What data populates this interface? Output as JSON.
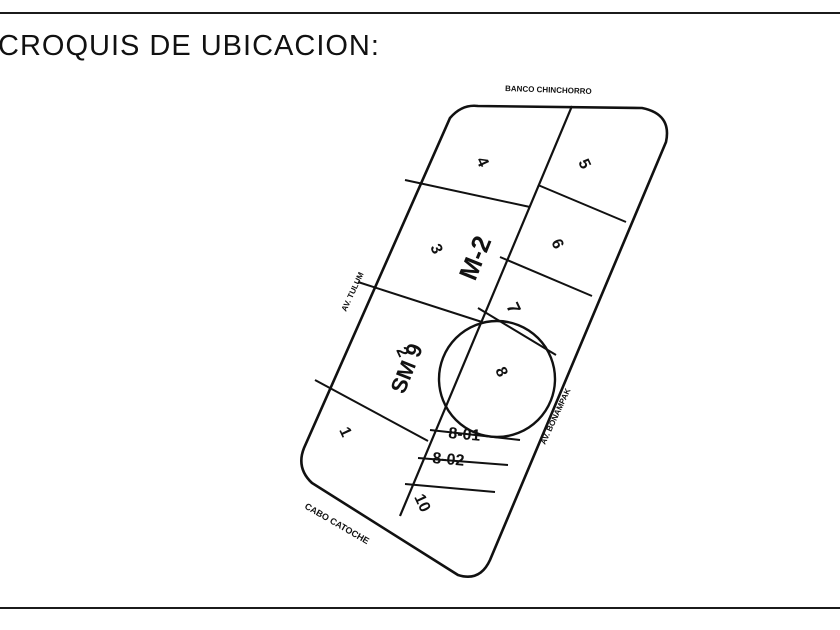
{
  "title": "CROQUIS DE UBICACION:",
  "streets": {
    "top": "BANCO CHINCHORRO",
    "left": "AV. TULUM",
    "right": "AV. BONAMPAK",
    "bottom": "CABO CATOCHE"
  },
  "block": {
    "manzana": "M-2",
    "supermanzana": "SM 9"
  },
  "lots": [
    "1",
    "2",
    "3",
    "4",
    "5",
    "6",
    "7",
    "8",
    "8-01",
    "8-02",
    "10"
  ],
  "highlighted_lot": "8"
}
